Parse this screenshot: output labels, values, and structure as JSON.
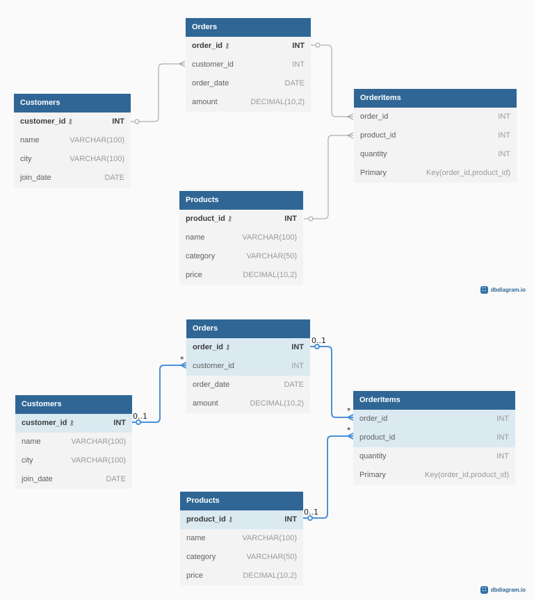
{
  "brand": {
    "text": "dbdiagram.io",
    "icon": "dbdiagram-logo-icon"
  },
  "colors": {
    "header": "#2f6695",
    "highlight_row": "#dbe9f1",
    "edge_plain": "#9c9c9c",
    "edge_active": "#4a90d9"
  },
  "panels": [
    {
      "tables": {
        "orders": {
          "title": "Orders",
          "columns": [
            {
              "name": "order_id",
              "type": "INT",
              "pk": true
            },
            {
              "name": "customer_id",
              "type": "INT"
            },
            {
              "name": "order_date",
              "type": "DATE"
            },
            {
              "name": "amount",
              "type": "DECIMAL(10,2)"
            }
          ]
        },
        "customers": {
          "title": "Customers",
          "columns": [
            {
              "name": "customer_id",
              "type": "INT",
              "pk": true
            },
            {
              "name": "name",
              "type": "VARCHAR(100)"
            },
            {
              "name": "city",
              "type": "VARCHAR(100)"
            },
            {
              "name": "join_date",
              "type": "DATE"
            }
          ]
        },
        "orderitems": {
          "title": "OrderItems",
          "columns": [
            {
              "name": "order_id",
              "type": "INT"
            },
            {
              "name": "product_id",
              "type": "INT"
            },
            {
              "name": "quantity",
              "type": "INT"
            },
            {
              "name": "Primary",
              "type": "Key(order_id,product_id)"
            }
          ]
        },
        "products": {
          "title": "Products",
          "columns": [
            {
              "name": "product_id",
              "type": "INT",
              "pk": true
            },
            {
              "name": "name",
              "type": "VARCHAR(100)"
            },
            {
              "name": "category",
              "type": "VARCHAR(50)"
            },
            {
              "name": "price",
              "type": "DECIMAL(10,2)"
            }
          ]
        }
      }
    },
    {
      "tables": {
        "orders": {
          "title": "Orders",
          "columns": [
            {
              "name": "order_id",
              "type": "INT",
              "pk": true
            },
            {
              "name": "customer_id",
              "type": "INT"
            },
            {
              "name": "order_date",
              "type": "DATE"
            },
            {
              "name": "amount",
              "type": "DECIMAL(10,2)"
            }
          ]
        },
        "customers": {
          "title": "Customers",
          "columns": [
            {
              "name": "customer_id",
              "type": "INT",
              "pk": true
            },
            {
              "name": "name",
              "type": "VARCHAR(100)"
            },
            {
              "name": "city",
              "type": "VARCHAR(100)"
            },
            {
              "name": "join_date",
              "type": "DATE"
            }
          ]
        },
        "orderitems": {
          "title": "OrderItems",
          "columns": [
            {
              "name": "order_id",
              "type": "INT"
            },
            {
              "name": "product_id",
              "type": "INT"
            },
            {
              "name": "quantity",
              "type": "INT"
            },
            {
              "name": "Primary",
              "type": "Key(order_id,product_id)"
            }
          ]
        },
        "products": {
          "title": "Products",
          "columns": [
            {
              "name": "product_id",
              "type": "INT",
              "pk": true
            },
            {
              "name": "name",
              "type": "VARCHAR(100)"
            },
            {
              "name": "category",
              "type": "VARCHAR(50)"
            },
            {
              "name": "price",
              "type": "DECIMAL(10,2)"
            }
          ]
        }
      },
      "cardinality": {
        "one": "0..1",
        "many": "*"
      }
    }
  ]
}
